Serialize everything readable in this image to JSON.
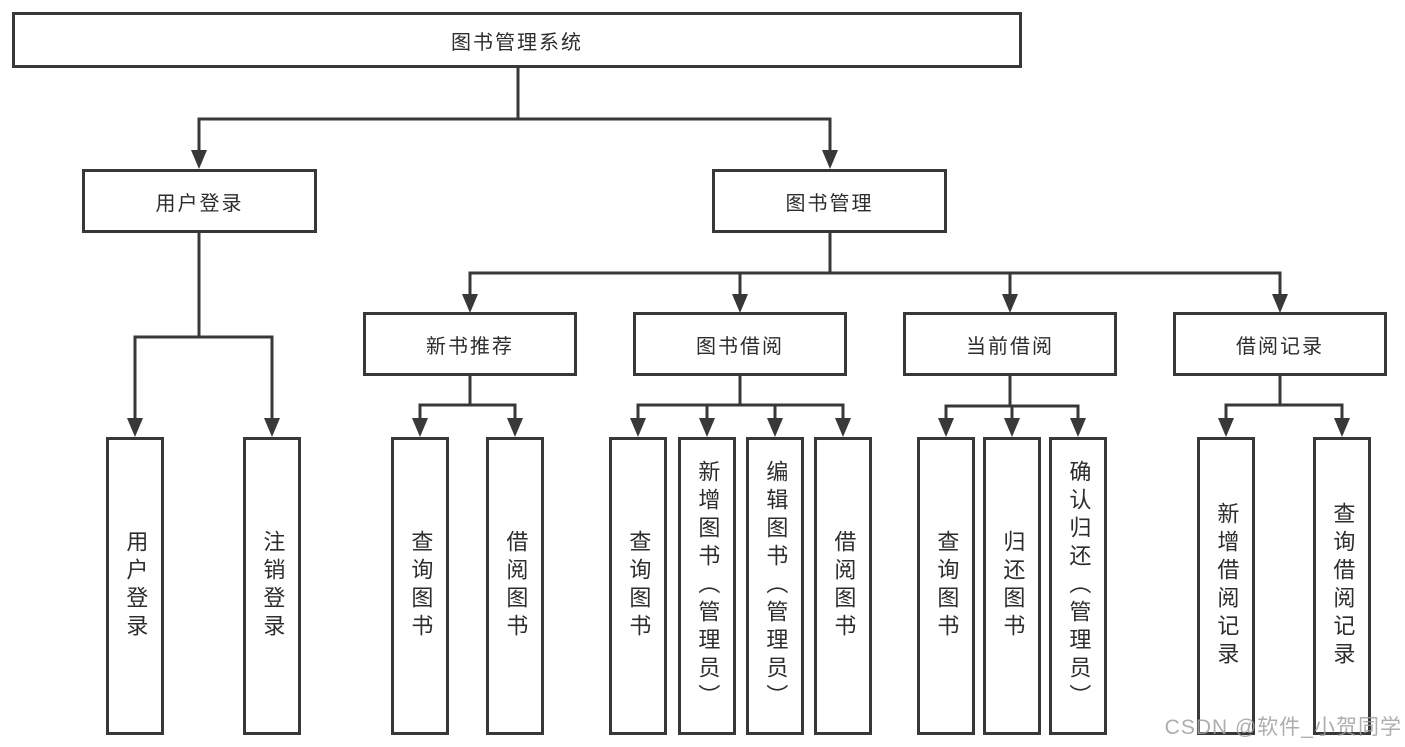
{
  "colors": {
    "background": "#ffffff",
    "line": "#383838",
    "box_border": "#383838",
    "text": "#2d2d2d",
    "watermark": "#a0a0a0"
  },
  "chart": {
    "root": {
      "label": "图书管理系统"
    },
    "branches": [
      {
        "label": "用户登录",
        "children": [
          {
            "label": "用户登录"
          },
          {
            "label": "注销登录"
          }
        ]
      },
      {
        "label": "图书管理",
        "children": [
          {
            "label": "新书推荐",
            "children": [
              {
                "label": "查询图书"
              },
              {
                "label": "借阅图书"
              }
            ]
          },
          {
            "label": "图书借阅",
            "children": [
              {
                "label": "查询图书"
              },
              {
                "label": "新增图书（管理员）"
              },
              {
                "label": "编辑图书（管理员）"
              },
              {
                "label": "借阅图书"
              }
            ]
          },
          {
            "label": "当前借阅",
            "children": [
              {
                "label": "查询图书"
              },
              {
                "label": "归还图书"
              },
              {
                "label": "确认归还（管理员）"
              }
            ]
          },
          {
            "label": "借阅记录",
            "children": [
              {
                "label": "新增借阅记录"
              },
              {
                "label": "查询借阅记录"
              }
            ]
          }
        ]
      }
    ]
  },
  "watermark": {
    "text": "CSDN @软件_小贺同学"
  }
}
